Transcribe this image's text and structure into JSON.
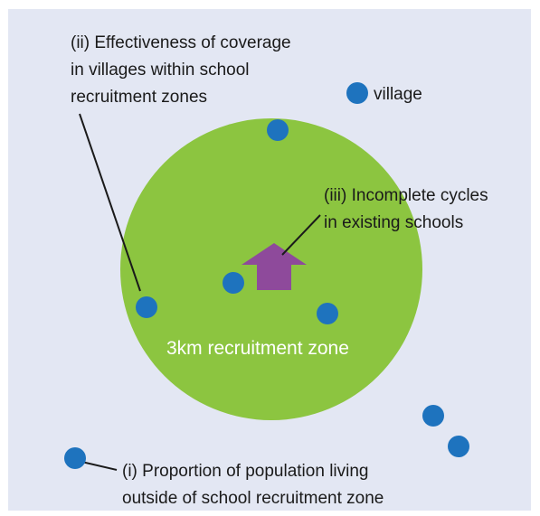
{
  "colors": {
    "background": "#e3e7f3",
    "zone": "#8cc540",
    "village": "#1e73be",
    "school": "#8e4a9b",
    "line": "#1a1a1a"
  },
  "icons": {
    "village": "village-dot-icon",
    "school": "school-house-icon"
  },
  "legend": {
    "village_label": "village"
  },
  "zone": {
    "label": "3km recruitment zone"
  },
  "annotations": {
    "effectiveness": {
      "line1": "(ii) Effectiveness of coverage",
      "line2": "in villages within school",
      "line3": "recruitment zones"
    },
    "incomplete": {
      "line1": "(iii) Incomplete cycles",
      "line2": "in existing schools"
    },
    "proportion": {
      "line1": "(i) Proportion of population living",
      "line2": "outside of school recruitment zone"
    }
  }
}
